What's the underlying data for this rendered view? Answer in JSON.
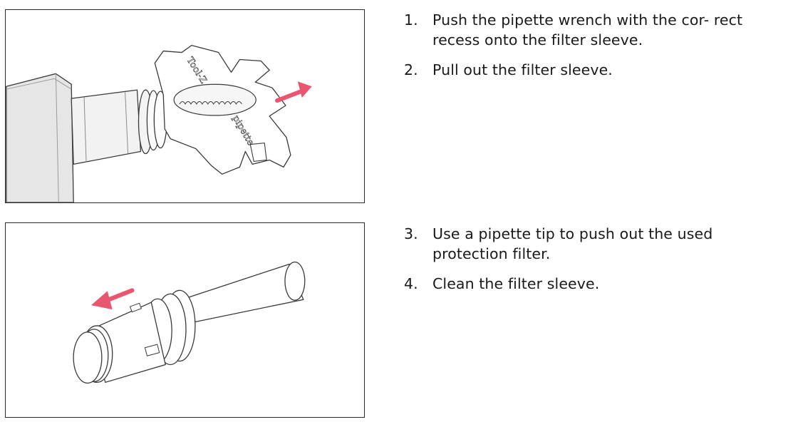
{
  "figures": [
    {
      "wrench_label_top": "Tool-Z",
      "wrench_label_bottom": "pipette"
    },
    {}
  ],
  "steps": [
    {
      "number": "1.",
      "text": "Push the pipette wrench with the cor- rect recess onto the filter sleeve."
    },
    {
      "number": "2.",
      "text": "Pull out the filter sleeve."
    },
    {
      "number": "3.",
      "text": "Use a pipette tip to push out the used protection filter."
    },
    {
      "number": "4.",
      "text": "Clean the filter sleeve."
    }
  ],
  "colors": {
    "arrow": "#e8566f",
    "housing": "#e3e3e3",
    "outline": "#3a3a3a"
  }
}
